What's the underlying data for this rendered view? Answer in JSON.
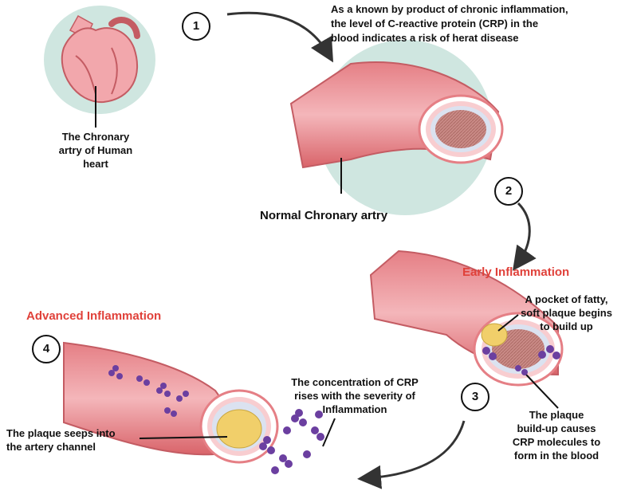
{
  "heart_label": [
    "The Chronary",
    "artry of Human",
    "heart"
  ],
  "intro_text": [
    "As a known by product of chronic inflammation,",
    "the level of C-reactive protein (CRP) in the",
    "blood indicates a risk of herat disease"
  ],
  "normal_label": "Normal Chronary artry",
  "early_title": "Early Inflammation",
  "advanced_title": "Advanced Inflammation",
  "fatty_label": [
    "A pocket of fatty,",
    "soft plaque begins",
    "to build up"
  ],
  "buildup_label": [
    "The plaque",
    "build-up causes",
    "CRP molecules to",
    "form in the blood"
  ],
  "crp_label": [
    "The concentration of CRP",
    "rises with the severity of",
    "Inflammation"
  ],
  "seep_label": [
    "The plaque seeps into",
    "the artery channel"
  ],
  "steps": [
    "1",
    "2",
    "3",
    "4"
  ],
  "colors": {
    "artery_outer": "#d9646a",
    "artery_light": "#f2a7ac",
    "background_circle": "#cfe6e0",
    "plaque": "#f1cf6a",
    "crp_purple": "#6b3fa0",
    "title_red": "#e0413a"
  }
}
